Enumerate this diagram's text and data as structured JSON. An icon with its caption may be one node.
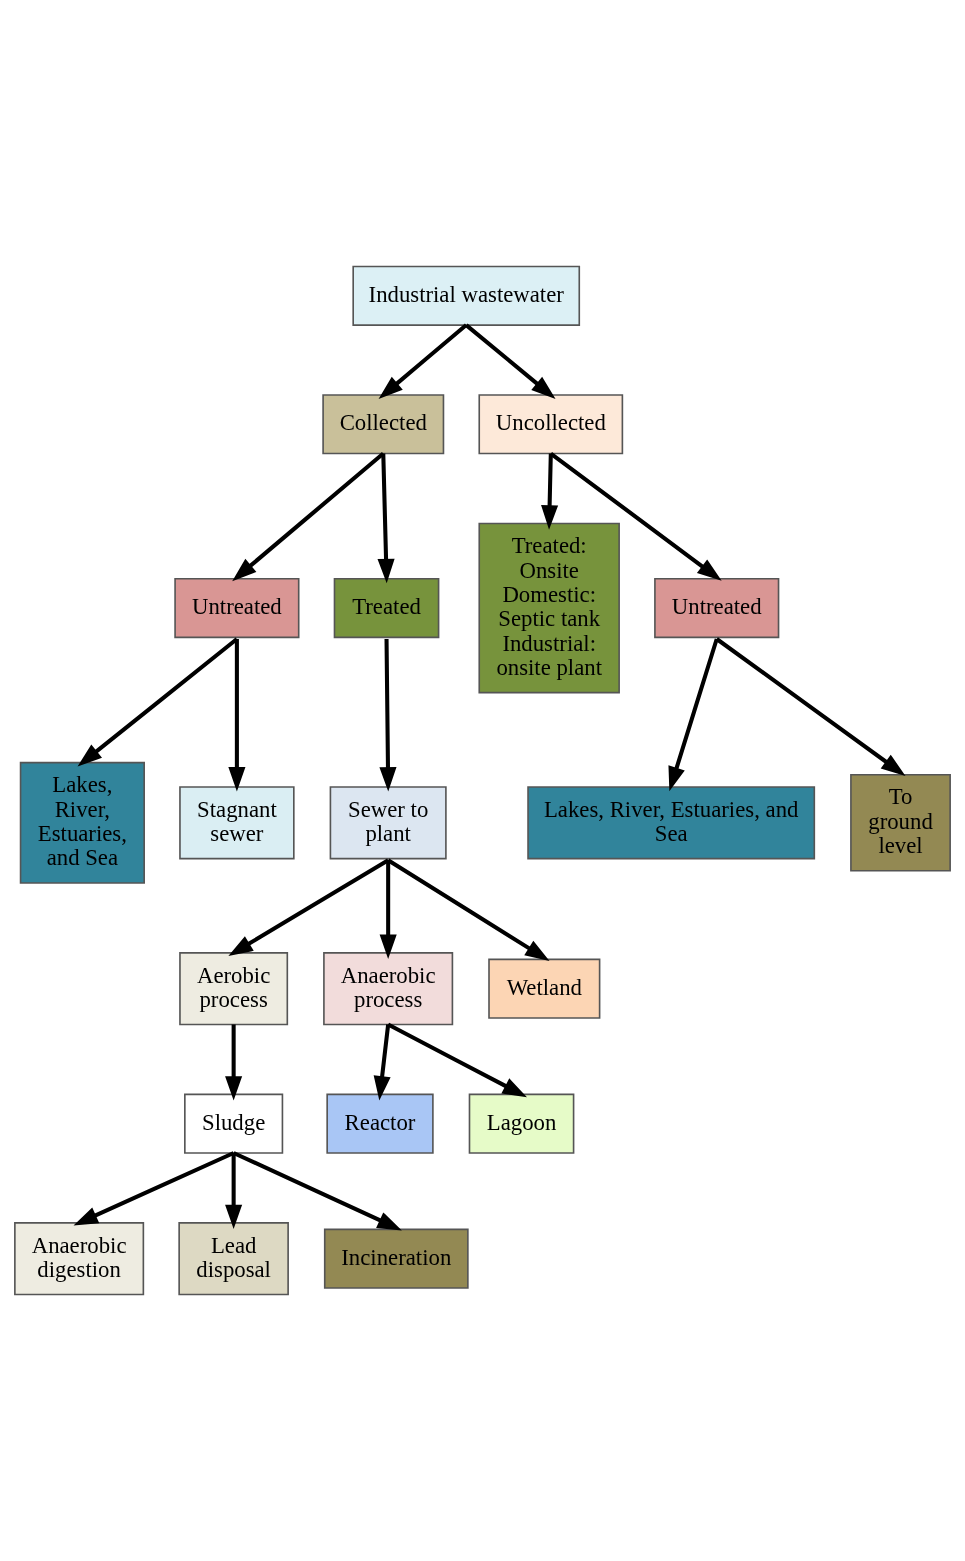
{
  "diagram": {
    "nodes": [
      {
        "text": [
          "Industrial wastewater"
        ]
      },
      {
        "text": [
          "Collected"
        ]
      },
      {
        "text": [
          "Uncollected"
        ]
      },
      {
        "text": [
          "Untreated"
        ]
      },
      {
        "text": [
          "Treated"
        ]
      },
      {
        "text": [
          "Treated: Onsite Domestic: Septic tank Industrial: onsite plant"
        ]
      },
      {
        "text": [
          "Untreated"
        ]
      },
      {
        "text": [
          "Lakes, River, Estuaries, and Sea"
        ]
      },
      {
        "text": [
          "Stagnant sewer"
        ]
      },
      {
        "text": [
          "Sewer to plant"
        ]
      },
      {
        "text": [
          "Lakes, River, Estuaries, and Sea"
        ]
      },
      {
        "text": [
          "To ground level"
        ]
      },
      {
        "text": [
          "Aerobic process"
        ]
      },
      {
        "text": [
          "Anaerobic process"
        ]
      },
      {
        "text": [
          "Wetland"
        ]
      },
      {
        "text": [
          "Sludge"
        ]
      },
      {
        "text": [
          "Reactor"
        ]
      },
      {
        "text": [
          "Lagoon"
        ]
      },
      {
        "text": [
          "Anaerobic digestion"
        ]
      },
      {
        "text": [
          "Lead disposal"
        ]
      },
      {
        "text": [
          "Incineration"
        ]
      }
    ],
    "edges": [
      {
        "from": 0,
        "to": 1,
        "arrow": "to"
      },
      {
        "from": 0,
        "to": 2,
        "arrow": "to"
      },
      {
        "from": 1,
        "to": 3,
        "arrow": "to"
      },
      {
        "from": 1,
        "to": 4,
        "arrow": "to"
      },
      {
        "from": 2,
        "to": 5,
        "arrow": "to"
      },
      {
        "from": 2,
        "to": 6,
        "arrow": "to"
      },
      {
        "from": 3,
        "to": 7,
        "arrow": "to"
      },
      {
        "from": 3,
        "to": 8,
        "arrow": "to"
      },
      {
        "from": 4,
        "to": 9,
        "arrow": "to"
      },
      {
        "from": 6,
        "to": 10,
        "arrow": "to"
      },
      {
        "from": 6,
        "to": 11,
        "arrow": "to"
      },
      {
        "from": 9,
        "to": 12,
        "arrow": "to"
      },
      {
        "from": 9,
        "to": 13,
        "arrow": "to"
      },
      {
        "from": 9,
        "to": 14,
        "arrow": "to"
      },
      {
        "from": 12,
        "to": 15,
        "arrow": "to"
      },
      {
        "from": 13,
        "to": 16,
        "arrow": "to"
      },
      {
        "from": 13,
        "to": 17,
        "arrow": "to"
      },
      {
        "from": 15,
        "to": 18,
        "arrow": "to"
      },
      {
        "from": 15,
        "to": 19,
        "arrow": "to"
      },
      {
        "from": 15,
        "to": 20,
        "arrow": "to"
      }
    ]
  }
}
